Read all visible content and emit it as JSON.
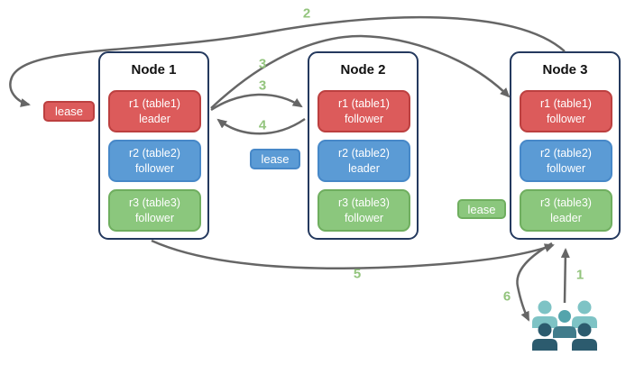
{
  "diagram": {
    "title": "raft replica leaseholder diagram",
    "background": "#ffffff",
    "arrow_color": "#666666",
    "step_label_color": "#93C47D"
  },
  "palette": {
    "red_fill": "#DC5B5B",
    "red_border": "#BC4040",
    "blue_fill": "#5B9BD5",
    "blue_border": "#4788C8",
    "green_fill": "#8BC77D",
    "green_border": "#6FAE5F",
    "node_border": "#24395E",
    "people_light": "#7EC3C5",
    "people_mid_head": "#54A4AC",
    "people_mid_body": "#417C8B",
    "people_dark": "#2C5B6E"
  },
  "nodes": [
    {
      "title": "Node 1",
      "replicas": [
        {
          "line1": "r1 (table1)",
          "line2": "leader",
          "color": "red"
        },
        {
          "line1": "r2 (table2)",
          "line2": "follower",
          "color": "blue"
        },
        {
          "line1": "r3 (table3)",
          "line2": "follower",
          "color": "green"
        }
      ]
    },
    {
      "title": "Node 2",
      "replicas": [
        {
          "line1": "r1 (table1)",
          "line2": "follower",
          "color": "red"
        },
        {
          "line1": "r2 (table2)",
          "line2": "leader",
          "color": "blue"
        },
        {
          "line1": "r3 (table3)",
          "line2": "follower",
          "color": "green"
        }
      ]
    },
    {
      "title": "Node 3",
      "replicas": [
        {
          "line1": "r1 (table1)",
          "line2": "follower",
          "color": "red"
        },
        {
          "line1": "r2 (table2)",
          "line2": "follower",
          "color": "blue"
        },
        {
          "line1": "r3 (table3)",
          "line2": "leader",
          "color": "green"
        }
      ]
    }
  ],
  "leases": [
    {
      "label": "lease",
      "color": "red"
    },
    {
      "label": "lease",
      "color": "blue"
    },
    {
      "label": "lease",
      "color": "green"
    }
  ],
  "steps": {
    "n1": "1",
    "n2": "2",
    "n3a": "3",
    "n3b": "3",
    "n4": "4",
    "n5": "5",
    "n6": "6"
  }
}
